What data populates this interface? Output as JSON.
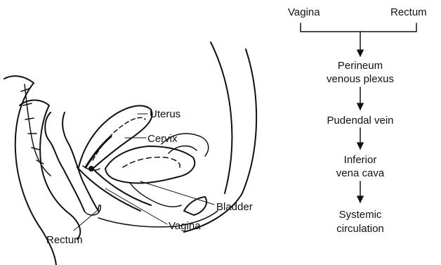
{
  "anatomy": {
    "labels": {
      "uterus": "Uterus",
      "cervix": "Cervix",
      "bladder": "Bladder",
      "vagina": "Vagina",
      "rectum": "Rectum"
    }
  },
  "flow": {
    "sources": [
      "Vagina",
      "Rectum"
    ],
    "steps": [
      [
        "Perineum",
        "venous plexus"
      ],
      [
        "Pudendal vein"
      ],
      [
        "Inferior",
        "vena cava"
      ],
      [
        "Systemic",
        "circulation"
      ]
    ]
  },
  "colors": {
    "ink": "#111111",
    "background": "#ffffff"
  }
}
